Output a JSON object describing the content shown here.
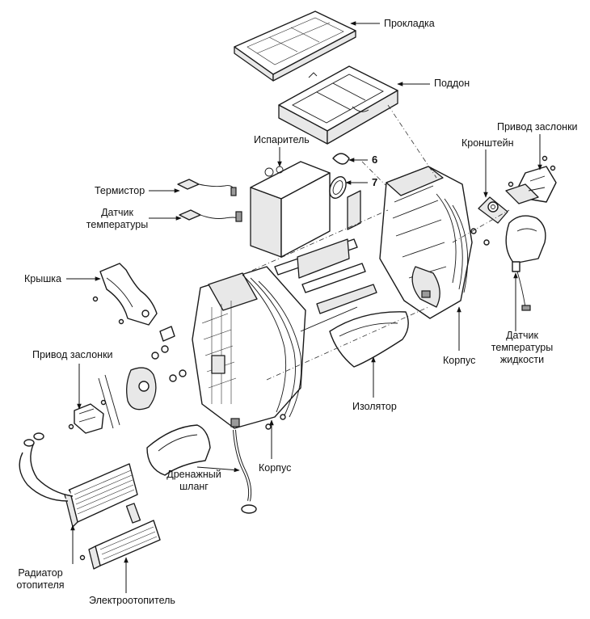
{
  "labels": {
    "prokladka": "Прокладка",
    "poddon": "Поддон",
    "privod_zaslonki_right": "Привод заслонки",
    "kronshtein": "Кронштейн",
    "isparitel": "Испаритель",
    "num6": "6",
    "num7": "7",
    "termistor": "Термистор",
    "datchik_temperatury_line1": "Датчик",
    "datchik_temperatury_line2": "температуры",
    "kryshka": "Крышка",
    "privod_zaslonki_left": "Привод заслонки",
    "korpus_right": "Корпус",
    "datchik_zhidkosti_line1": "Датчик",
    "datchik_zhidkosti_line2": "температуры",
    "datchik_zhidkosti_line3": "жидкости",
    "izolyator": "Изолятор",
    "drenazh_line1": "Дренажный",
    "drenazh_line2": "шланг",
    "korpus_bottom": "Корпус",
    "radiator_line1": "Радиатор",
    "radiator_line2": "отопителя",
    "elektrootopitel": "Электроотопитель"
  },
  "colors": {
    "ink": "#1a1a1a",
    "paper": "#ffffff",
    "shade": "#e8e8e8"
  }
}
